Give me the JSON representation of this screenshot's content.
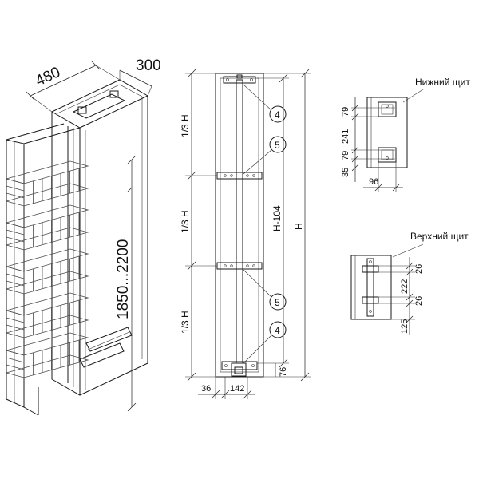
{
  "isometric": {
    "depth_label": "480",
    "width_label": "300",
    "height_label": "1850...2200"
  },
  "front_view": {
    "third_labels": [
      "1/3 H",
      "1/3 H",
      "1/3 H"
    ],
    "inner_height_label": "H-104",
    "total_height_label": "H",
    "bottom_offset_label": "76",
    "width_label_left": "36",
    "width_label_right": "142",
    "callouts": [
      "4",
      "5",
      "5",
      "4"
    ]
  },
  "bottom_panel": {
    "title": "Нижний щит",
    "dims": [
      "79",
      "241",
      "79",
      "35"
    ],
    "width_label": "96"
  },
  "top_panel": {
    "title": "Верхний щит",
    "dims": [
      "26",
      "222",
      "26",
      "125"
    ]
  }
}
